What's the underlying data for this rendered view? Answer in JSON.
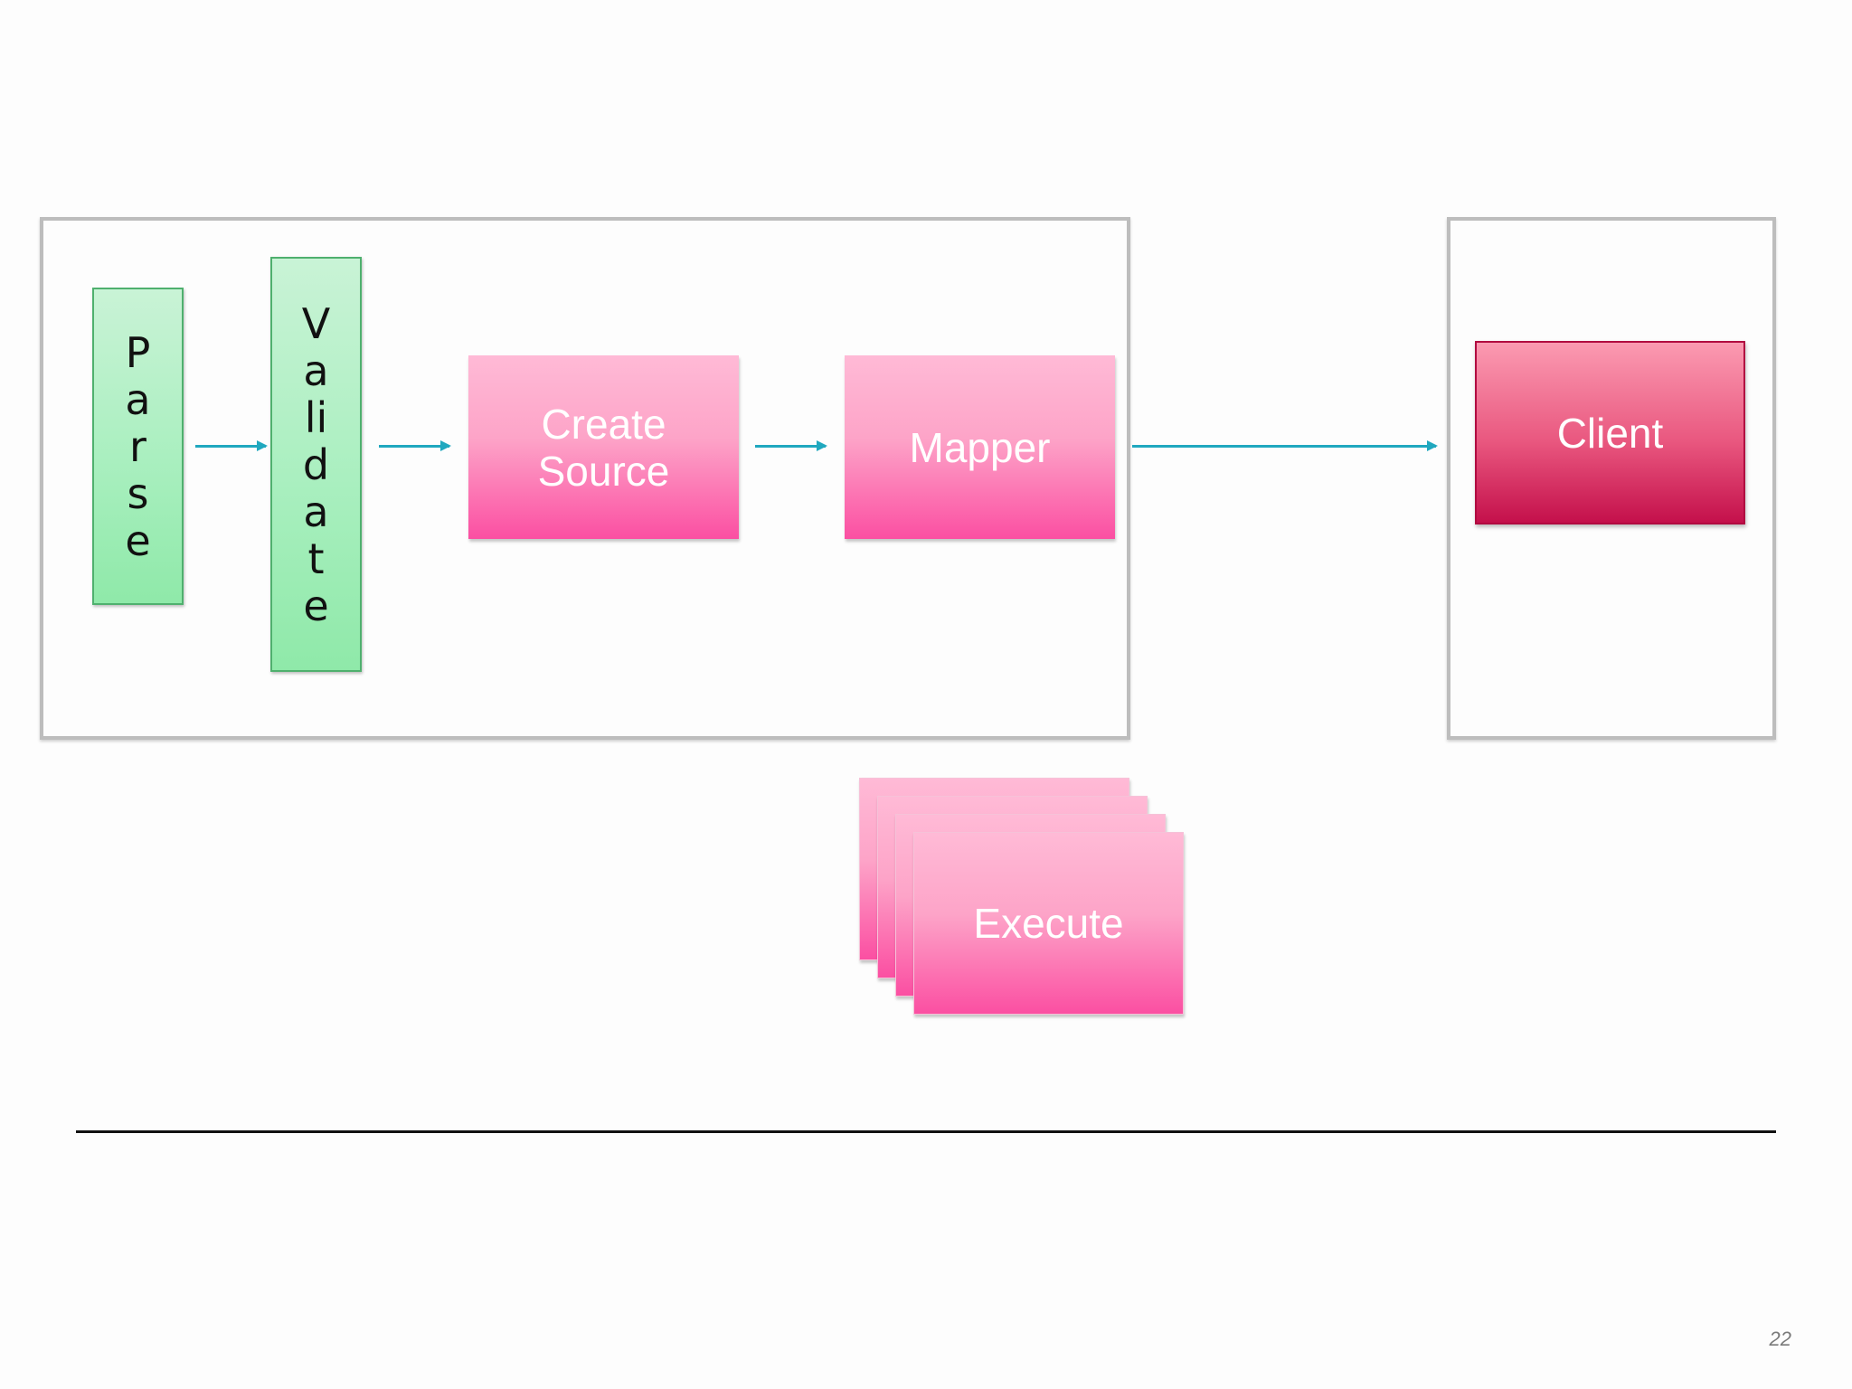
{
  "slide": {
    "page_number": "22",
    "colors": {
      "arrow": "#20a8bf",
      "green_box": "#a9efbf",
      "pink_box": "#fb4fa2",
      "client_box": "#c4104b",
      "group_border": "#bdbdbd"
    }
  },
  "nodes": {
    "parse": {
      "letters": [
        "P",
        "a",
        "r",
        "s",
        "e"
      ]
    },
    "validate": {
      "letters": [
        "V",
        "a",
        "li",
        "d",
        "a",
        "t",
        "e"
      ]
    },
    "create_source": {
      "line1": "Create",
      "line2": "Source"
    },
    "mapper": {
      "label": "Mapper"
    },
    "client": {
      "label": "Client"
    },
    "execute": {
      "label": "Execute"
    }
  }
}
